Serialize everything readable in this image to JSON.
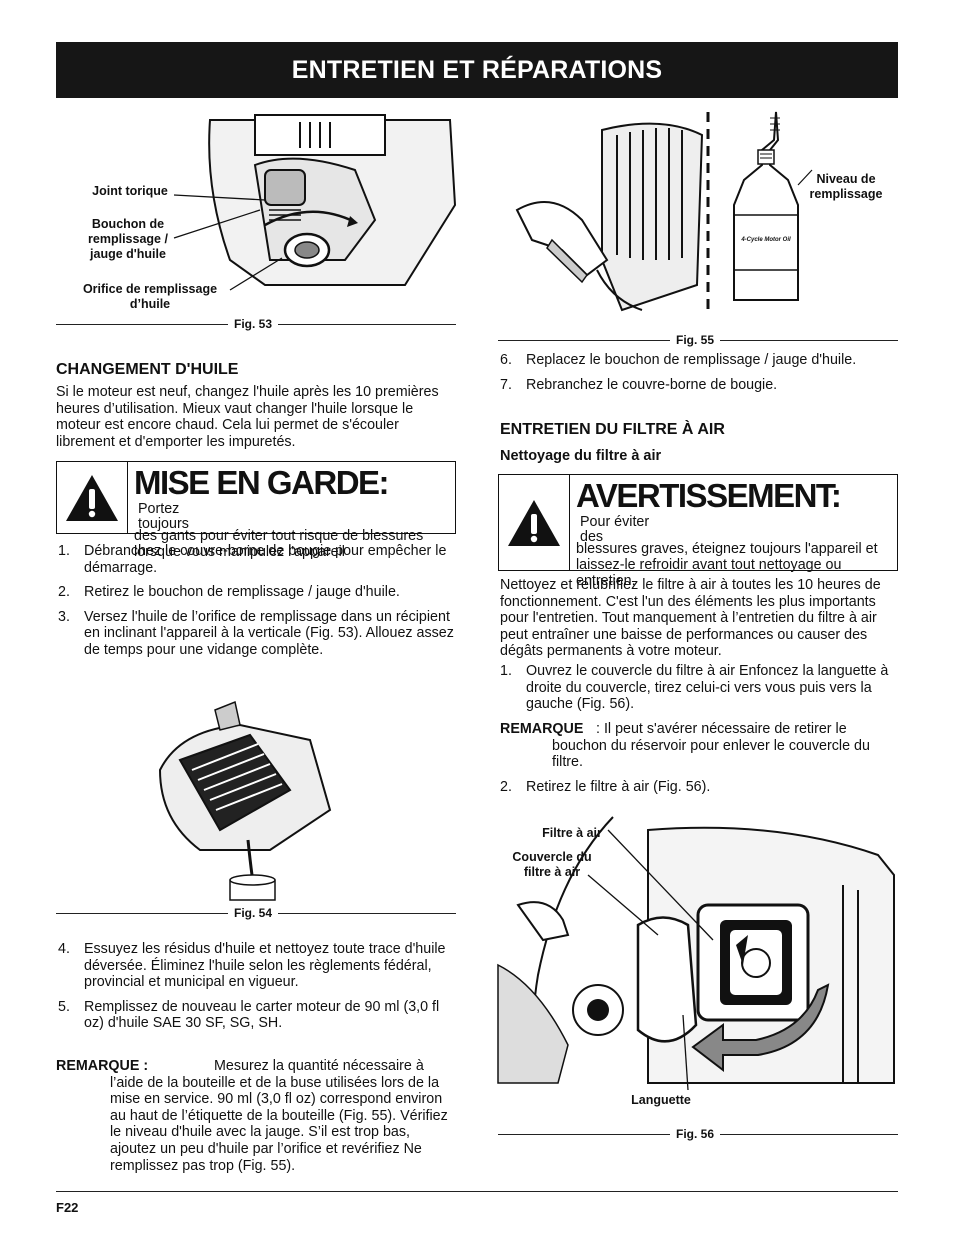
{
  "header": {
    "title": "ENTRETIEN ET RÉPARATIONS"
  },
  "fig53": {
    "caption": "Fig. 53",
    "labels": {
      "joint": "Joint torique",
      "bouchon": "Bouchon de remplissage / jauge d'huile",
      "orifice": "Orifice de remplissage d’huile"
    }
  },
  "fig54": {
    "caption": "Fig. 54"
  },
  "fig55": {
    "caption": "Fig. 55",
    "labels": {
      "niveau": "Niveau de remplissage",
      "bottle": "4-Cycle Motor Oil"
    }
  },
  "fig56": {
    "caption": "Fig. 56",
    "labels": {
      "filtre": "Filtre à air",
      "couvercle": "Couvercle du filtre à air",
      "languette": "Languette"
    }
  },
  "left": {
    "heading": "CHANGEMENT D'HUILE",
    "intro": "Si le moteur est neuf, changez l'huile après les 10 premières heures d’utilisation. Mieux vaut changer l'huile lorsque le moteur est encore chaud. Cela lui permet de s'écouler librement et d'emporter les impuretés.",
    "warning": {
      "title": "MISE EN GARDE:",
      "side": "Portez toujours",
      "text": "des gants pour éviter tout risque de blessures lorsque vous manipulez l'appareil"
    },
    "steps_a": [
      {
        "n": "1.",
        "text": "Débranchez le couvre-borne de bougie pour empêcher le démarrage."
      },
      {
        "n": "2.",
        "text": "Retirez le bouchon de remplissage / jauge d'huile."
      },
      {
        "n": "3.",
        "text": "Versez l'huile de l’orifice de remplissage dans un récipient en inclinant l'appareil à la verticale (Fig. 53). Allouez assez de temps pour une vidange complète."
      }
    ],
    "steps_b": [
      {
        "n": "4.",
        "text": "Essuyez les résidus d'huile et nettoyez toute trace d'huile déversée. Éliminez l'huile selon les règlements fédéral, provincial et municipal en vigueur."
      },
      {
        "n": "5.",
        "text": "Remplissez de nouveau le carter moteur de 90 ml (3,0 fl oz) d'huile SAE 30 SF, SG, SH."
      }
    ],
    "note_label": "REMARQUE :",
    "note_text": "Mesurez la quantité nécessaire à l’aide de la bouteille et de la buse utilisées lors de la mise en service. 90 ml (3,0 fl oz) correspond environ au haut de l’étiquette de la bouteille (Fig. 55). Vérifiez le niveau d'huile avec la jauge. S’il est trop bas, ajoutez un peu d'huile par l’orifice et revérifiez Ne remplissez pas trop (Fig. 55)."
  },
  "right": {
    "steps_a": [
      {
        "n": "6.",
        "text": "Replacez le bouchon de remplissage / jauge d'huile."
      },
      {
        "n": "7.",
        "text": "Rebranchez le couvre-borne de bougie."
      }
    ],
    "heading": "ENTRETIEN DU FILTRE À AIR",
    "subheading": "Nettoyage du filtre à air",
    "warning": {
      "title": "AVERTISSEMENT:",
      "side": "Pour éviter des",
      "text": "blessures graves, éteignez toujours l'appareil et laissez-le refroidir avant tout nettoyage ou entretien."
    },
    "intro": "Nettoyez et relubrifiez le filtre à air à toutes les 10 heures de fonctionnement. C'est l'un des éléments les plus importants pour l'entretien. Tout manquement à l’entretien du filtre à air peut entraîner une baisse de performances ou causer des dégâts permanents à votre moteur.",
    "steps_b": [
      {
        "n": "1.",
        "text": "Ouvrez le couvercle du filtre à air Enfoncez la languette à droite du couvercle, tirez celui-ci vers vous puis vers la gauche (Fig. 56)."
      }
    ],
    "note_label": "REMARQUE",
    "note_text": ":  Il peut s'avérer nécessaire de retirer le bouchon du réservoir pour enlever le couvercle du filtre.",
    "steps_c": [
      {
        "n": "2.",
        "text": "Retirez le filtre à air (Fig. 56)."
      }
    ]
  },
  "footer": {
    "page": "F22"
  }
}
